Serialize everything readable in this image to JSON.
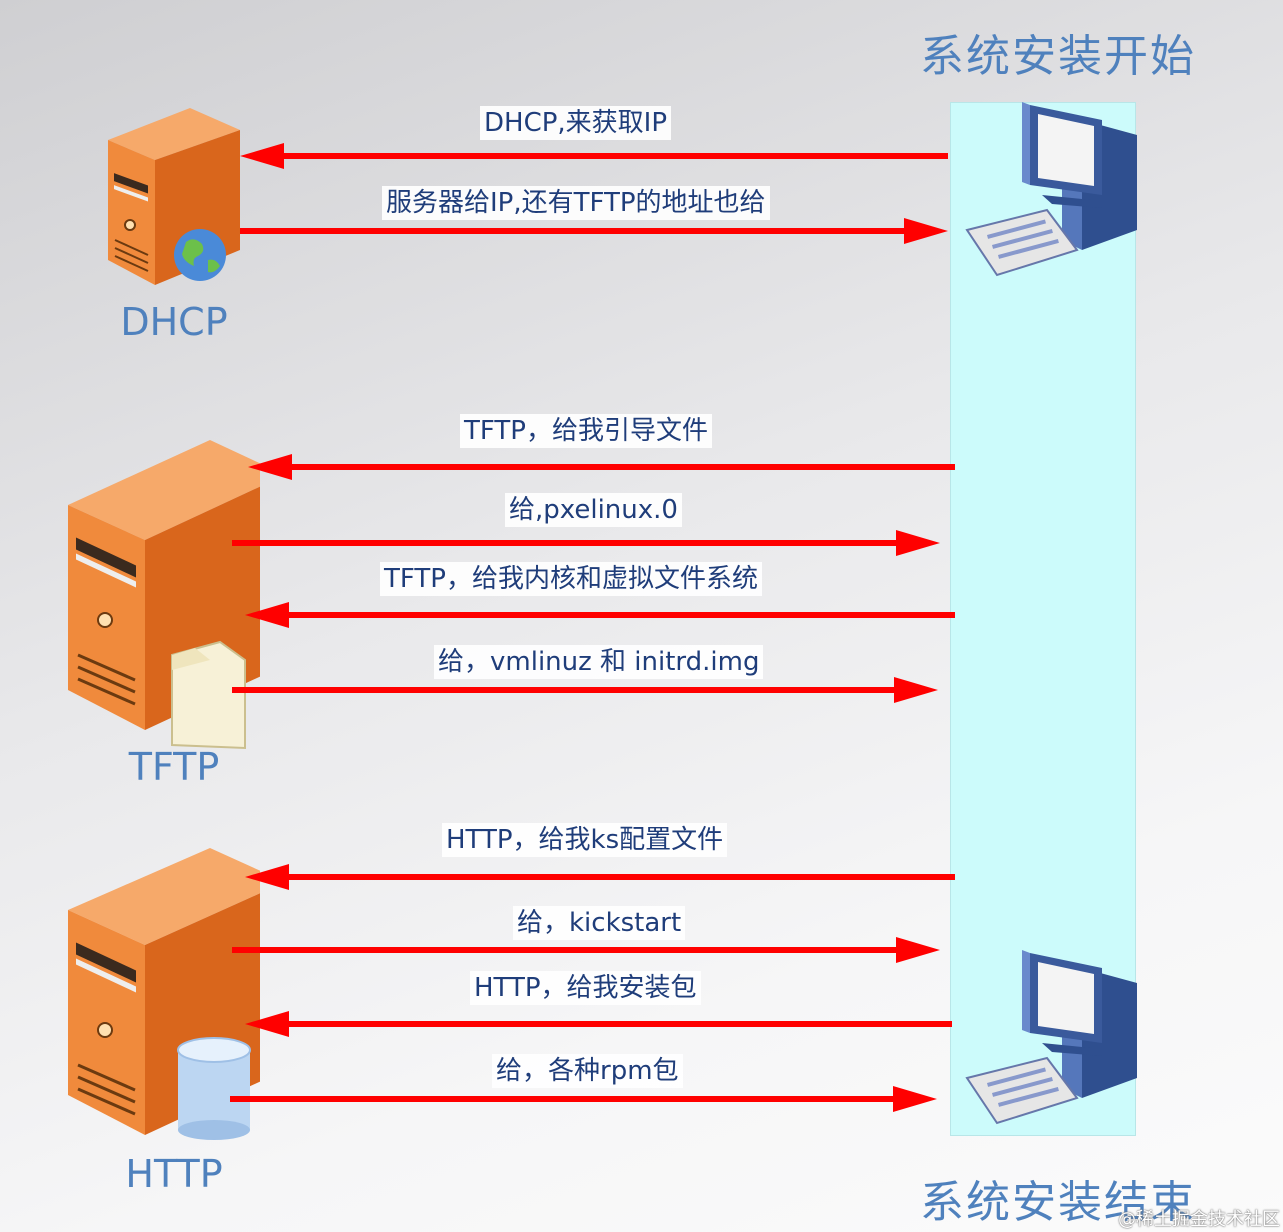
{
  "titles": {
    "start": "系统安装开始",
    "end": "系统安装结束"
  },
  "servers": {
    "dhcp": {
      "label": "DHCP"
    },
    "tftp": {
      "label": "TFTP"
    },
    "http": {
      "label": "HTTP"
    }
  },
  "messages": [
    {
      "text": "DHCP,来获取IP",
      "direction": "to-server"
    },
    {
      "text": "服务器给IP,还有TFTP的地址也给",
      "direction": "to-client"
    },
    {
      "text": "TFTP，给我引导文件",
      "direction": "to-server"
    },
    {
      "text": "给,pxelinux.0",
      "direction": "to-client"
    },
    {
      "text": "TFTP，给我内核和虚拟文件系统",
      "direction": "to-server"
    },
    {
      "text": "给，vmlinuz 和 initrd.img",
      "direction": "to-client"
    },
    {
      "text": "HTTP，给我ks配置文件",
      "direction": "to-server"
    },
    {
      "text": "给，kickstart",
      "direction": "to-client"
    },
    {
      "text": "HTTP，给我安装包",
      "direction": "to-server"
    },
    {
      "text": "给，各种rpm包",
      "direction": "to-client"
    }
  ],
  "watermark": "@稀土掘金技术社区",
  "colors": {
    "arrow": "#ff0000",
    "label": "#4f81bd",
    "message_text": "#1f3d7a",
    "client_bar": "#ccfbfb",
    "server_orange": "#e8782a"
  }
}
